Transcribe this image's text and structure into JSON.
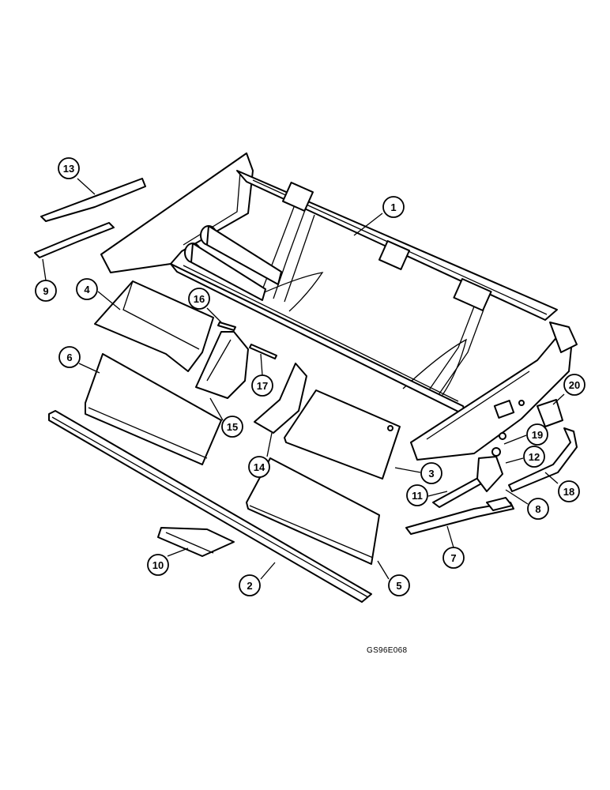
{
  "figure_code": "GS96E068",
  "callouts": [
    {
      "label": "1"
    },
    {
      "label": "2"
    },
    {
      "label": "3"
    },
    {
      "label": "4"
    },
    {
      "label": "5"
    },
    {
      "label": "6"
    },
    {
      "label": "7"
    },
    {
      "label": "8"
    },
    {
      "label": "9"
    },
    {
      "label": "10"
    },
    {
      "label": "11"
    },
    {
      "label": "12"
    },
    {
      "label": "13"
    },
    {
      "label": "14"
    },
    {
      "label": "15"
    },
    {
      "label": "16"
    },
    {
      "label": "17"
    },
    {
      "label": "18"
    },
    {
      "label": "19"
    },
    {
      "label": "20"
    }
  ]
}
